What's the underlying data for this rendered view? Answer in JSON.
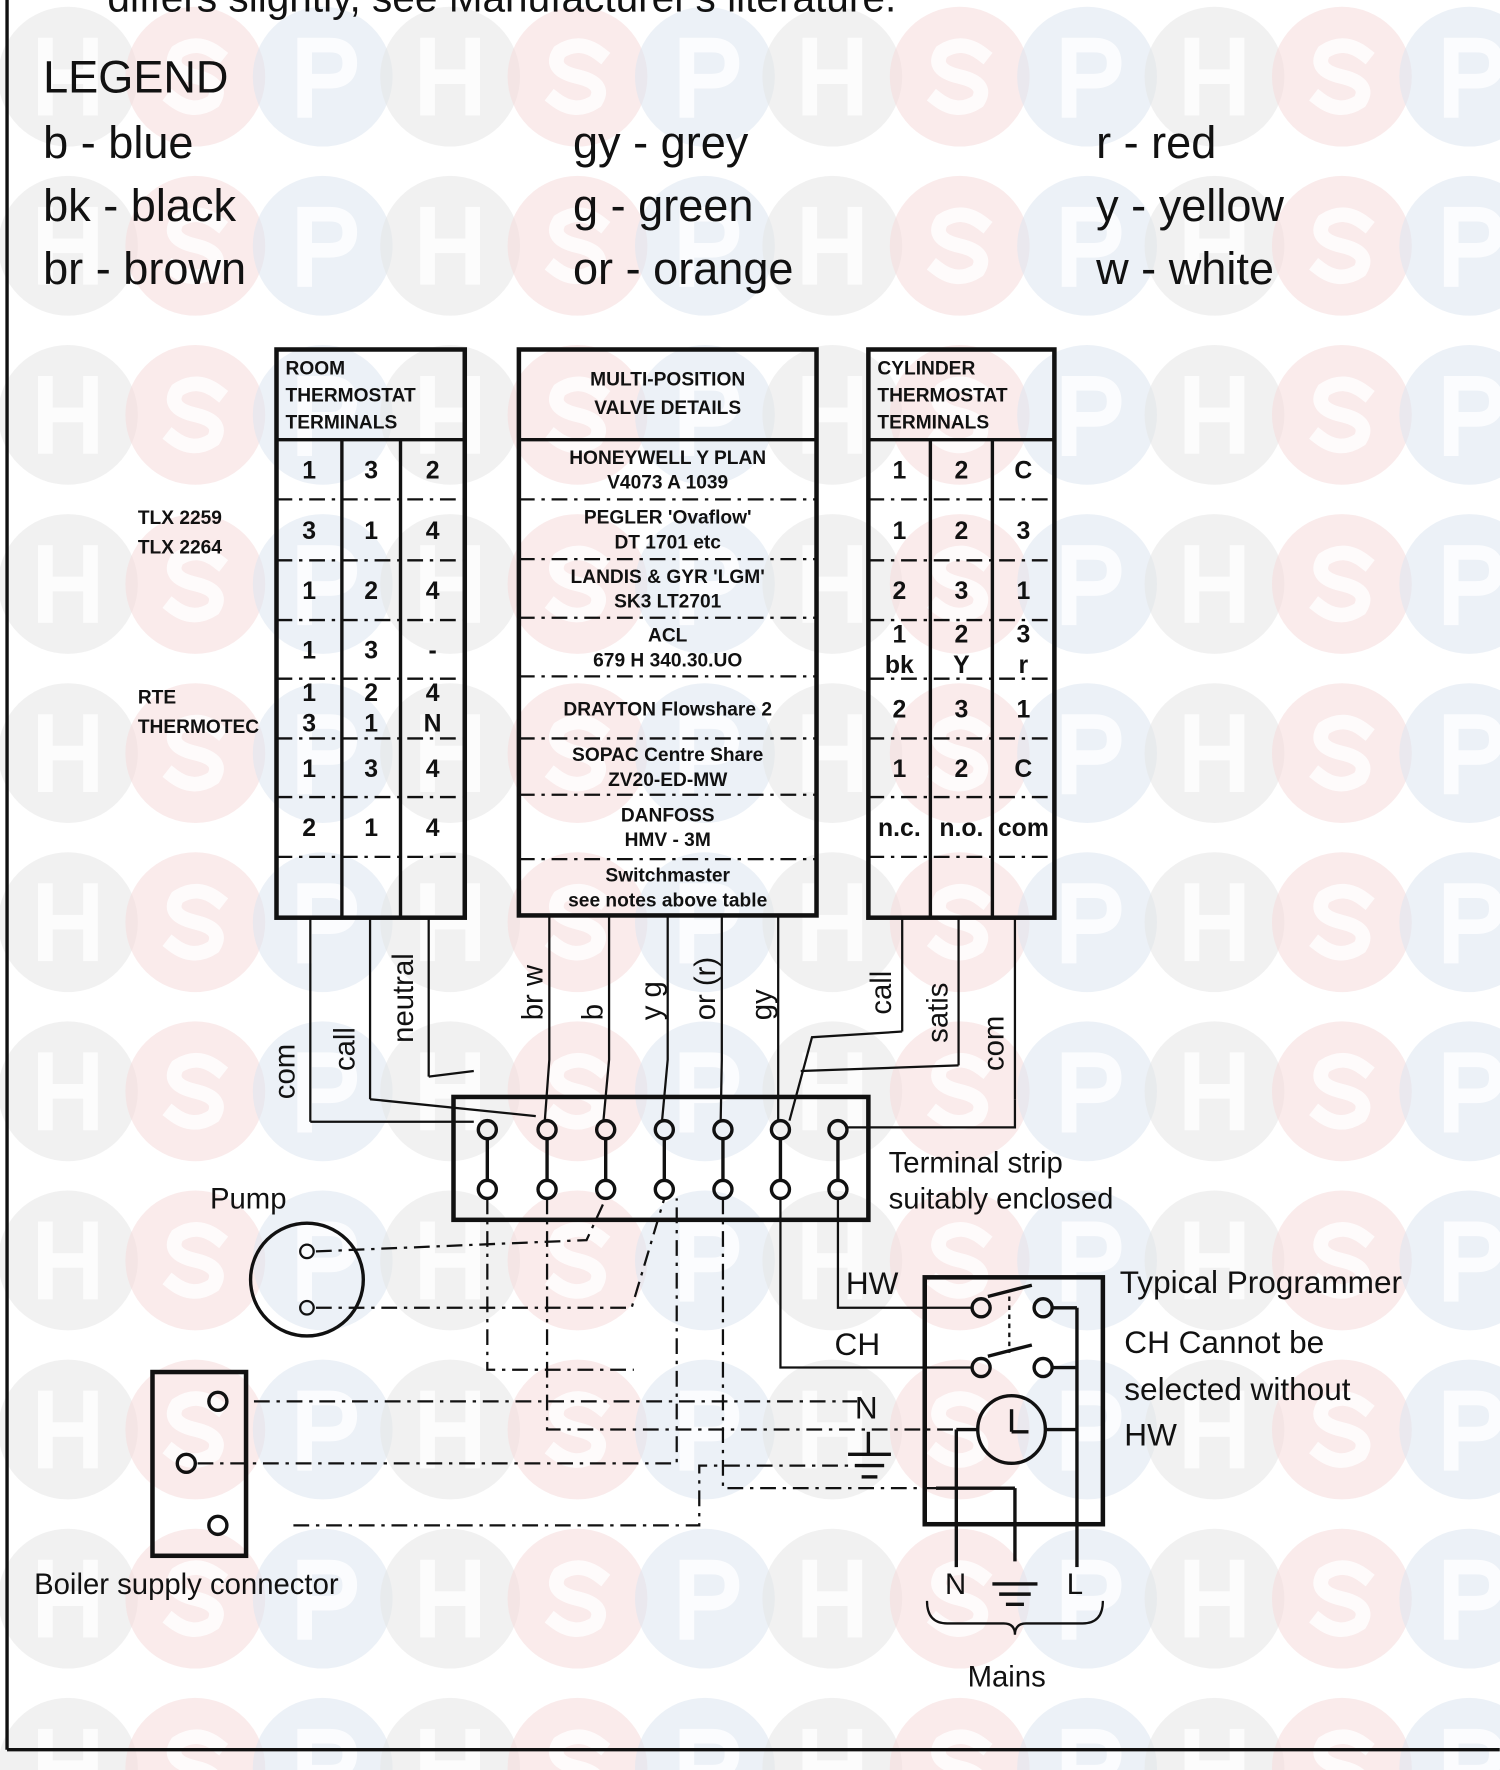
{
  "intro_text": "differs slightly, see Manufacturer's literature.",
  "legend": {
    "title": "LEGEND",
    "items": [
      [
        "b - blue",
        "gy - grey",
        "r - red"
      ],
      [
        "bk - black",
        "g - green",
        "y - yellow"
      ],
      [
        "br - brown",
        "or - orange",
        "w - white"
      ]
    ]
  },
  "room_thermostat": {
    "header": [
      "ROOM",
      "THERMOSTAT",
      "TERMINALS"
    ],
    "rows": [
      [
        "1",
        "3",
        "2"
      ],
      [
        "3",
        "1",
        "4"
      ],
      [
        "1",
        "2",
        "4"
      ],
      [
        "1",
        "3",
        "-"
      ],
      [
        "1\n3",
        "2\n1",
        "4\nN"
      ],
      [
        "1",
        "3",
        "4"
      ],
      [
        "2",
        "1",
        "4"
      ],
      [
        "",
        "",
        ""
      ]
    ],
    "side_labels": [
      {
        "row": 1,
        "lines": [
          "TLX 2259",
          "TLX 2264"
        ]
      },
      {
        "row": 4,
        "lines": [
          "RTE",
          "THERMOTEC"
        ]
      }
    ],
    "wires": [
      "com",
      "call",
      "neutral"
    ]
  },
  "valve": {
    "header": [
      "MULTI-POSITION",
      "VALVE DETAILS"
    ],
    "rows": [
      [
        "HONEYWELL Y PLAN",
        "V4073 A 1039"
      ],
      [
        "PEGLER 'Ovaflow'",
        "DT 1701 etc"
      ],
      [
        "LANDIS & GYR 'LGM'",
        "SK3 LT2701"
      ],
      [
        "ACL",
        "679 H 340.30.UO"
      ],
      [
        "DRAYTON Flowshare 2"
      ],
      [
        "SOPAC Centre Share",
        "ZV20-ED-MW"
      ],
      [
        "DANFOSS",
        "HMV - 3M"
      ],
      [
        "Switchmaster",
        "see notes above table"
      ]
    ],
    "wires": [
      "br w",
      "b",
      "y g",
      "or (r)",
      "gy"
    ]
  },
  "cylinder_thermostat": {
    "header": [
      "CYLINDER",
      "THERMOSTAT",
      "TERMINALS"
    ],
    "rows": [
      [
        "1",
        "2",
        "C"
      ],
      [
        "1",
        "2",
        "3"
      ],
      [
        "2",
        "3",
        "1"
      ],
      [
        "1\nbk",
        "2\nY",
        "3\nr"
      ],
      [
        "2",
        "3",
        "1"
      ],
      [
        "1",
        "2",
        "C"
      ],
      [
        "n.c.",
        "n.o.",
        "com"
      ],
      [
        "",
        "",
        ""
      ]
    ],
    "wires": [
      "call",
      "satis",
      "com"
    ]
  },
  "terminal_strip": {
    "label": [
      "Terminal strip",
      "suitably enclosed"
    ],
    "count": 7
  },
  "pump": {
    "label": "Pump"
  },
  "boiler_connector": {
    "label": "Boiler supply connector"
  },
  "programmer": {
    "title": "Typical Programmer",
    "note": [
      "CH Cannot be",
      "selected without",
      "HW"
    ],
    "terminals": [
      "HW",
      "CH",
      "N"
    ]
  },
  "mains": {
    "label": "Mains",
    "terminals": [
      "N",
      "L"
    ]
  },
  "watermark": {
    "letters": [
      "H",
      "S",
      "P"
    ],
    "colors": [
      "#e6e6e6",
      "#f5dada",
      "#dde6f0"
    ]
  }
}
